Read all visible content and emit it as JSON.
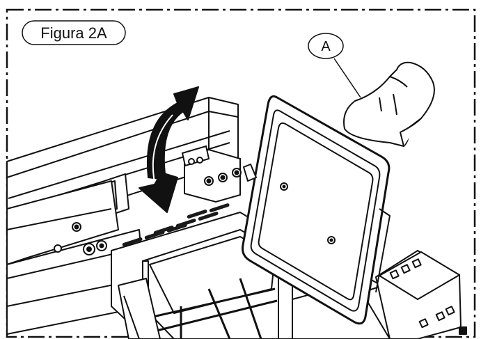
{
  "figure": {
    "title": "Figura 2A",
    "callout_letter": "A",
    "parts": {
      "mitt": "oven-mitt-icon",
      "arrow": "rotation-arrow-icon",
      "lid": "fryer-lid",
      "basket": "fryer-basket",
      "hinge": "hinge-bracket"
    },
    "colors": {
      "line": "#111111",
      "fill": "#ffffff",
      "shadow": "#2a2a2a"
    }
  }
}
